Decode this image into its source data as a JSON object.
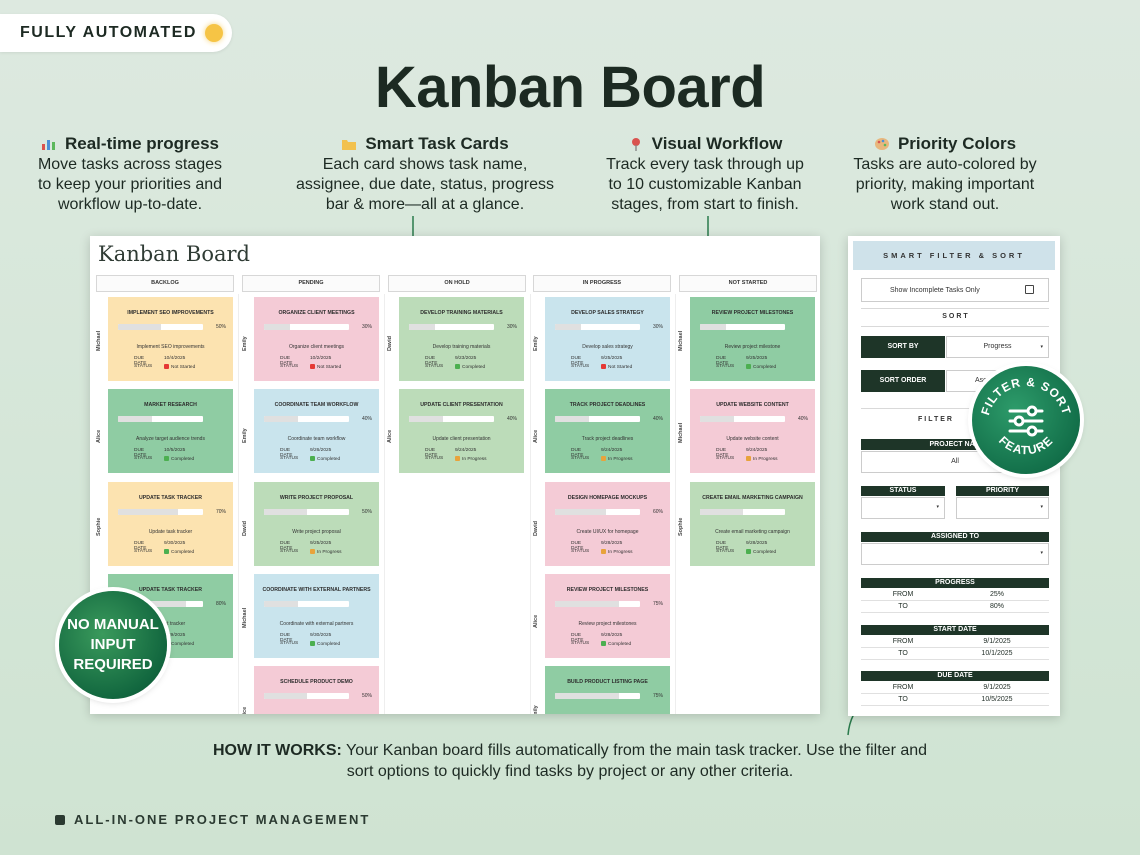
{
  "badge": {
    "label": "FULLY AUTOMATED",
    "icon": "lightbulb-icon"
  },
  "title": "Kanban Board",
  "features": [
    {
      "icon": "bar-chart-icon",
      "title": "Real-time progress",
      "lines": [
        "Move tasks across stages",
        "to keep your priorities and",
        "workflow up-to-date."
      ]
    },
    {
      "icon": "folder-icon",
      "title": "Smart Task Cards",
      "lines": [
        "Each card shows task name,",
        "assignee, due date, status, progress",
        "bar & more—all at a glance."
      ]
    },
    {
      "icon": "pin-icon",
      "title": "Visual Workflow",
      "lines": [
        "Track every task through up",
        "to 10 customizable Kanban",
        "stages, from start to finish."
      ]
    },
    {
      "icon": "palette-icon",
      "title": "Priority Colors",
      "lines": [
        "Tasks are auto-colored by",
        "priority, making important",
        "work stand out."
      ]
    }
  ],
  "board": {
    "title": "Kanban Board",
    "columns": [
      "BACKLOG",
      "PENDING",
      "ON HOLD",
      "IN PROGRESS",
      "NOT STARTED"
    ],
    "labels": {
      "due": "DUE DATE",
      "status": "STATUS"
    },
    "cards": [
      {
        "col": 0,
        "row": 0,
        "assignee": "Michael",
        "title": "IMPLEMENT SEO IMPROVEMENTS",
        "pct": "50%",
        "progress": 0.5,
        "sub": "Implement SEO improvements",
        "due": "10/4/2025",
        "status": "Not Started",
        "color": "yellow"
      },
      {
        "col": 1,
        "row": 0,
        "assignee": "Emily",
        "title": "ORGANIZE CLIENT MEETINGS",
        "pct": "30%",
        "progress": 0.3,
        "sub": "Organize client meetings",
        "due": "10/2/2025",
        "status": "Not Started",
        "color": "pink"
      },
      {
        "col": 2,
        "row": 0,
        "assignee": "David",
        "title": "DEVELOP TRAINING MATERIALS",
        "pct": "30%",
        "progress": 0.3,
        "sub": "Develop training materials",
        "due": "9/23/2025",
        "status": "Completed",
        "color": "green"
      },
      {
        "col": 3,
        "row": 0,
        "assignee": "Emily",
        "title": "DEVELOP SALES STRATEGY",
        "pct": "30%",
        "progress": 0.3,
        "sub": "Develop sales strategy",
        "due": "9/25/2025",
        "status": "Not Started",
        "color": "blue"
      },
      {
        "col": 4,
        "row": 0,
        "assignee": "Michael",
        "title": "REVIEW PROJECT MILESTONES",
        "pct": "",
        "progress": 0.3,
        "sub": "Review project milestone",
        "due": "9/25/2025",
        "status": "Completed",
        "color": "mgreen"
      },
      {
        "col": 0,
        "row": 1,
        "assignee": "Alice",
        "title": "MARKET RESEARCH",
        "pct": "",
        "progress": 0.4,
        "sub": "Analyze target audience trends",
        "due": "10/5/2025",
        "status": "Completed",
        "color": "mgreen"
      },
      {
        "col": 1,
        "row": 1,
        "assignee": "Emily",
        "title": "COORDINATE TEAM WORKFLOW",
        "pct": "40%",
        "progress": 0.4,
        "sub": "Coordinate team workflow",
        "due": "9/26/2025",
        "status": "Completed",
        "color": "blue"
      },
      {
        "col": 2,
        "row": 1,
        "assignee": "Alice",
        "title": "UPDATE CLIENT PRESENTATION",
        "pct": "40%",
        "progress": 0.4,
        "sub": "Update client presentation",
        "due": "9/24/2025",
        "status": "In Progress",
        "color": "green"
      },
      {
        "col": 3,
        "row": 1,
        "assignee": "Alice",
        "title": "TRACK PROJECT DEADLINES",
        "pct": "40%",
        "progress": 0.4,
        "sub": "Track project deadlines",
        "due": "9/24/2025",
        "status": "In Progress",
        "color": "mgreen"
      },
      {
        "col": 4,
        "row": 1,
        "assignee": "Michael",
        "title": "UPDATE WEBSITE CONTENT",
        "pct": "40%",
        "progress": 0.4,
        "sub": "Update website content",
        "due": "9/24/2025",
        "status": "In Progress",
        "color": "pink"
      },
      {
        "col": 0,
        "row": 2,
        "assignee": "Sophie",
        "title": "UPDATE TASK TRACKER",
        "pct": "70%",
        "progress": 0.7,
        "sub": "Update task tracker",
        "due": "9/30/2025",
        "status": "Completed",
        "color": "yellow"
      },
      {
        "col": 1,
        "row": 2,
        "assignee": "David",
        "title": "WRITE PROJECT PROPOSAL",
        "pct": "50%",
        "progress": 0.5,
        "sub": "Write project proposal",
        "due": "9/25/2025",
        "status": "In Progress",
        "color": "green"
      },
      {
        "col": 3,
        "row": 2,
        "assignee": "David",
        "title": "DESIGN HOMEPAGE MOCKUPS",
        "pct": "60%",
        "progress": 0.6,
        "sub": "Create UI/UX for homepage",
        "due": "9/28/2025",
        "status": "In Progress",
        "color": "pink"
      },
      {
        "col": 4,
        "row": 2,
        "assignee": "Sophie",
        "title": "CREATE EMAIL MARKETING CAMPAIGN",
        "pct": "",
        "progress": 0.5,
        "sub": "Create email marketing campaign",
        "due": "9/28/2025",
        "status": "Completed",
        "color": "green"
      },
      {
        "col": 0,
        "row": 3,
        "assignee": "",
        "title": "UPDATE TASK TRACKER",
        "pct": "80%",
        "progress": 0.8,
        "sub": "Event tracker",
        "due": "9/29/2025",
        "status": "Completed",
        "color": "mgreen"
      },
      {
        "col": 1,
        "row": 3,
        "assignee": "Michael",
        "title": "COORDINATE WITH EXTERNAL PARTNERS",
        "pct": "",
        "progress": 0.4,
        "sub": "Coordinate with external partners",
        "due": "9/30/2025",
        "status": "Completed",
        "color": "blue"
      },
      {
        "col": 3,
        "row": 3,
        "assignee": "Alice",
        "title": "REVIEW PROJECT MILESTONES",
        "pct": "75%",
        "progress": 0.75,
        "sub": "Review project milestones",
        "due": "9/28/2025",
        "status": "Completed",
        "color": "pink"
      },
      {
        "col": 1,
        "row": 4,
        "assignee": "Alice",
        "title": "SCHEDULE PRODUCT DEMO",
        "pct": "50%",
        "progress": 0.5,
        "sub": "",
        "due": "",
        "status": "",
        "color": "pink"
      },
      {
        "col": 3,
        "row": 4,
        "assignee": "Emily",
        "title": "BUILD PRODUCT LISTING PAGE",
        "pct": "75%",
        "progress": 0.75,
        "sub": "",
        "due": "",
        "status": "",
        "color": "mgreen"
      }
    ]
  },
  "panel": {
    "title": "SMART FILTER & SORT",
    "show_incomplete": "Show Incomplete Tasks Only",
    "sort_label": "SORT",
    "sort_by_label": "SORT BY",
    "sort_by_value": "Progress",
    "sort_order_label": "SORT ORDER",
    "sort_order_value": "Asc",
    "filter_label": "FILTER",
    "project_name_label": "PROJECT NAM",
    "project_name_value": "All",
    "status_label": "STATUS",
    "priority_label": "PRIORITY",
    "assigned_label": "ASSIGNED TO",
    "progress_label": "PROGRESS",
    "progress_from": "25%",
    "progress_to": "80%",
    "start_label": "START DATE",
    "start_from": "9/1/2025",
    "start_to": "10/1/2025",
    "due_label": "DUE DATE",
    "due_from": "9/1/2025",
    "due_to": "10/5/2025",
    "from": "FROM",
    "to": "TO"
  },
  "seal": {
    "top": "FILTER & SORT",
    "bottom": "FEATURE"
  },
  "no_input": {
    "lines": [
      "NO MANUAL",
      "INPUT",
      "REQUIRED"
    ]
  },
  "how": {
    "lead": "HOW IT WORKS:",
    "line1": " Your Kanban board fills automatically from the main task tracker. Use the filter and",
    "line2": "sort options to quickly find tasks by project or any other criteria."
  },
  "footer": "ALL-IN-ONE PROJECT MANAGEMENT",
  "colors": {
    "yellow": "#fce3b0",
    "pink": "#f4cbd6",
    "green": "#bcdcb9",
    "blue": "#c9e4ed",
    "mgreen": "#8fcca3",
    "dark": "#1e3528"
  }
}
